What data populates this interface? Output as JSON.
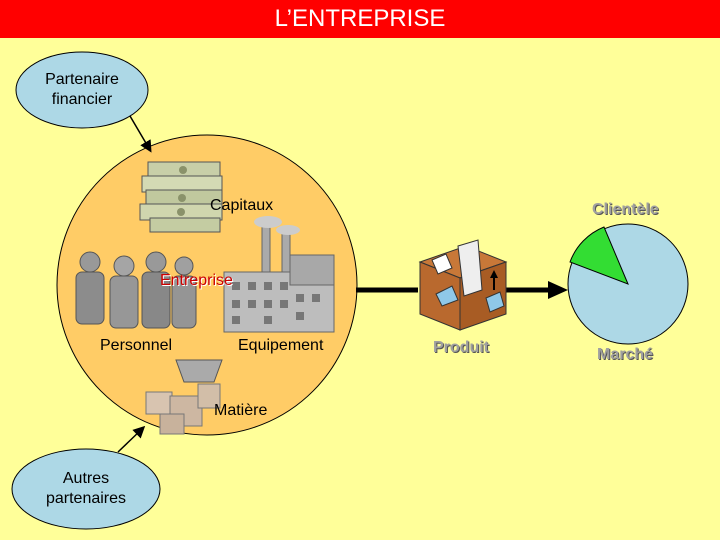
{
  "header": {
    "title": "L’ENTREPRISE"
  },
  "partners": {
    "financier": "Partenaire\nfinancier",
    "autres": "Autres\npartenaires"
  },
  "circle": {
    "capitaux": "Capitaux",
    "entreprise": "Entreprise",
    "personnel": "Personnel",
    "equipement": "Equipement",
    "matiere": "Matière"
  },
  "produit": "Produit",
  "marche": {
    "clientele": "Clientèle",
    "label": "Marché"
  },
  "colors": {
    "title_bg": "#FF0000",
    "background": "#FFFF99",
    "circle_fill": "#FFCC66",
    "market_fill": "#ADD8E6",
    "slice_fill": "#33DD33",
    "entreprise_text": "#CC0000"
  }
}
